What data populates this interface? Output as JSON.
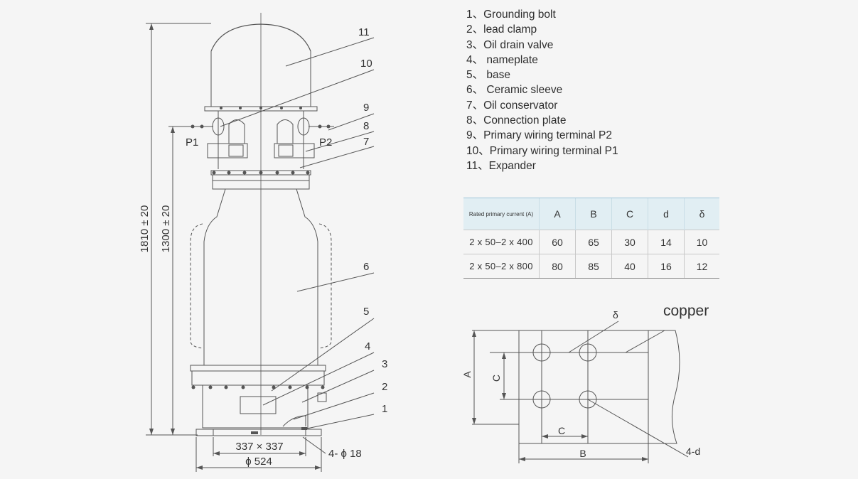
{
  "legend": [
    "1、Grounding bolt",
    "2、lead clamp",
    "3、Oil drain valve",
    "4、 nameplate",
    "5、 base",
    "6、 Ceramic sleeve",
    "7、Oil conservator",
    "8、Connection plate",
    "9、Primary wiring terminal P2",
    "10、Primary wiring terminal P1",
    "11、Expander"
  ],
  "table": {
    "header": [
      "Rated primary current (A)",
      "A",
      "B",
      "C",
      "d",
      "δ"
    ],
    "rows": [
      [
        "2 x 50–2 x 400",
        "60",
        "65",
        "30",
        "14",
        "10"
      ],
      [
        "2 x 50–2 x 800",
        "80",
        "85",
        "40",
        "16",
        "12"
      ]
    ]
  },
  "drawing": {
    "dim_total_height": "1810 ± 20",
    "dim_center_height": "1300 ± 20",
    "dim_base_square": "337 × 337",
    "dim_base_diameter": "ϕ 524",
    "dim_holes": "4- ϕ 18",
    "terminal_p1": "P1",
    "terminal_p2": "P2",
    "callouts": [
      "11",
      "10",
      "9",
      "8",
      "7",
      "6",
      "5",
      "4",
      "3",
      "2",
      "1"
    ]
  },
  "detail": {
    "material": "copper",
    "delta": "δ",
    "dim_a": "A",
    "dim_b": "B",
    "dim_c_vertical": "C",
    "dim_c_horizontal": "C",
    "holes": "4-d"
  }
}
